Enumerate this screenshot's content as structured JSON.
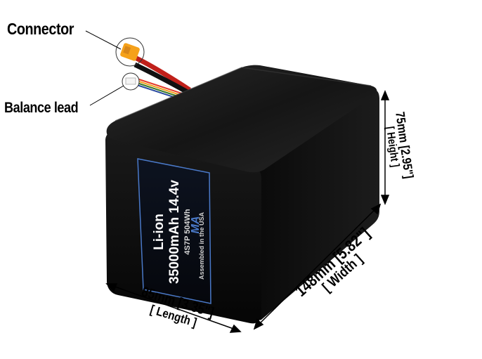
{
  "callouts": {
    "connector": "Connector",
    "balance_lead": "Balance lead"
  },
  "label": {
    "chemistry": "Li-ion",
    "capacity_voltage": "35000mAh 14.4v",
    "config": "4S7P 504Wh",
    "origin": "Assembled in the USA",
    "logo": "MA"
  },
  "dimensions": {
    "length": {
      "value": "85mm [3.35\"]",
      "name": "[ Length ]"
    },
    "width": {
      "value": "148mm [5.82\"]",
      "name": "[ Width ]"
    },
    "height": {
      "value": "75mm [2.95\"]",
      "name": "[ Height ]"
    }
  },
  "colors": {
    "battery": "#0b0b0b",
    "battery_top": "#1c1c1c",
    "connector": "#f5a11a",
    "label_border": "#4a79c8",
    "leads_red": "#c0201a",
    "leads_black": "#111111"
  }
}
